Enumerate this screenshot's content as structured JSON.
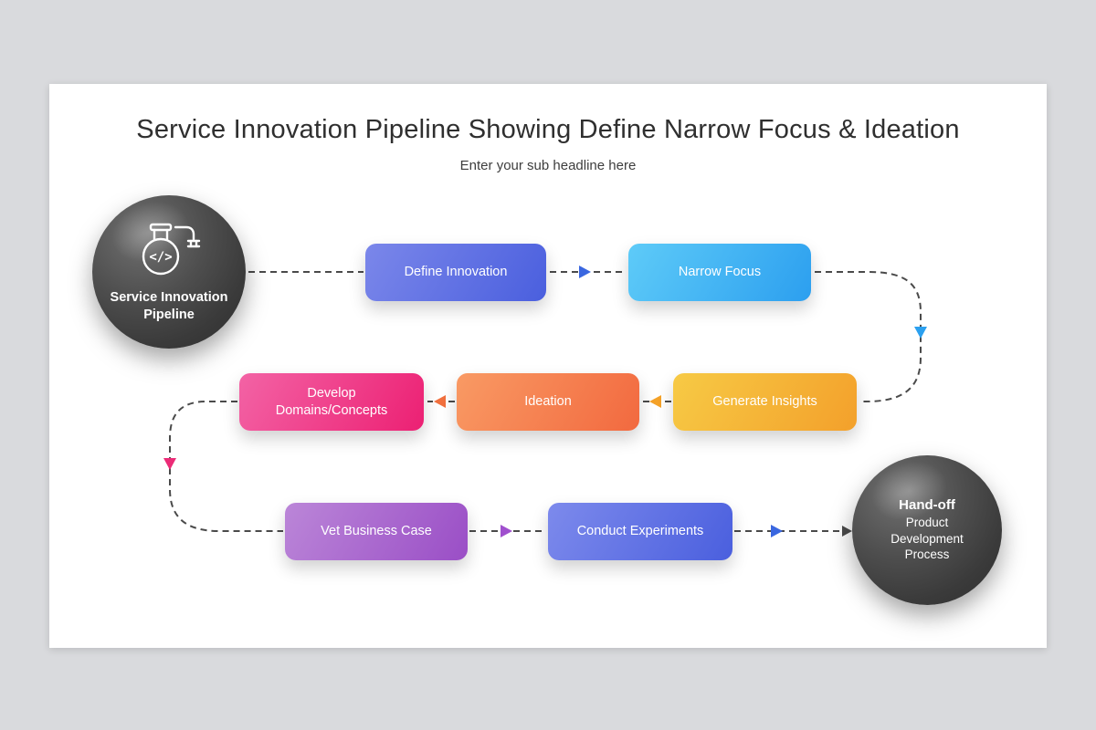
{
  "page": {
    "background": "#d9dadd",
    "card_background": "#ffffff"
  },
  "header": {
    "title": "Service Innovation Pipeline Showing Define Narrow Focus & Ideation",
    "subtitle": "Enter your sub headline here"
  },
  "start_node": {
    "label": "Service Innovation Pipeline",
    "icon": "flask-code-pipeline-icon"
  },
  "end_node": {
    "title": "Hand-off",
    "subtitle": "Product Development Process"
  },
  "steps": [
    {
      "label": "Define Innovation",
      "color_start": "#7b87ea",
      "color_end": "#4a5fde"
    },
    {
      "label": "Narrow Focus",
      "color_start": "#5ecbf8",
      "color_end": "#2c9fef"
    },
    {
      "label": "Generate Insights",
      "color_start": "#f7ca45",
      "color_end": "#f3a02b"
    },
    {
      "label": "Ideation",
      "color_start": "#f99a64",
      "color_end": "#f2693f"
    },
    {
      "label": "Develop Domains/Concepts",
      "color_start": "#f363a5",
      "color_end": "#ec2073"
    },
    {
      "label": "Vet Business Case",
      "color_start": "#bb86d8",
      "color_end": "#9a4ec6"
    },
    {
      "label": "Conduct Experiments",
      "color_start": "#7d8aec",
      "color_end": "#4a5fde"
    }
  ],
  "connectors": {
    "line_color": "#4a4a4a",
    "arrows": [
      {
        "name": "define-to-narrow",
        "color": "#3a67e0",
        "direction": "right"
      },
      {
        "name": "narrow-descend",
        "color": "#2ba0ef",
        "direction": "down"
      },
      {
        "name": "insights-to-ideation",
        "color": "#f5a228",
        "direction": "left"
      },
      {
        "name": "ideation-to-develop",
        "color": "#f2703e",
        "direction": "left"
      },
      {
        "name": "develop-descend",
        "color": "#ec2b77",
        "direction": "down"
      },
      {
        "name": "vet-to-conduct",
        "color": "#a050ce",
        "direction": "right"
      },
      {
        "name": "conduct-to-handoff",
        "color": "#3a67e0",
        "direction": "right"
      },
      {
        "name": "final-arrowhead",
        "color": "#4a4a4a",
        "direction": "right"
      }
    ]
  }
}
